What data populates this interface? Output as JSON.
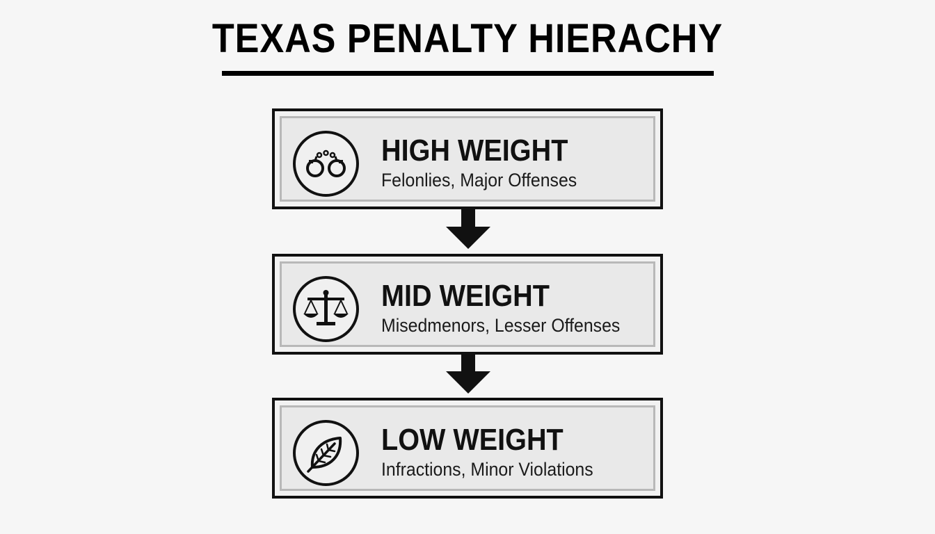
{
  "title": "TEXAS PENALTY HIERACHY",
  "tiers": [
    {
      "heading": "HIGH WEIGHT",
      "description": "Felonlies, Major Offenses",
      "icon": "handcuffs-icon"
    },
    {
      "heading": "MID WEIGHT",
      "description": "Misedmenors, Lesser Offenses",
      "icon": "scales-of-justice-icon"
    },
    {
      "heading": "LOW WEIGHT",
      "description": "Infractions, Minor Violations",
      "icon": "leaf-icon"
    }
  ],
  "colors": {
    "background": "#f6f6f6",
    "ink": "#111111",
    "box_fill": "#e9e9e9",
    "inner_border": "#b8b8b8"
  }
}
